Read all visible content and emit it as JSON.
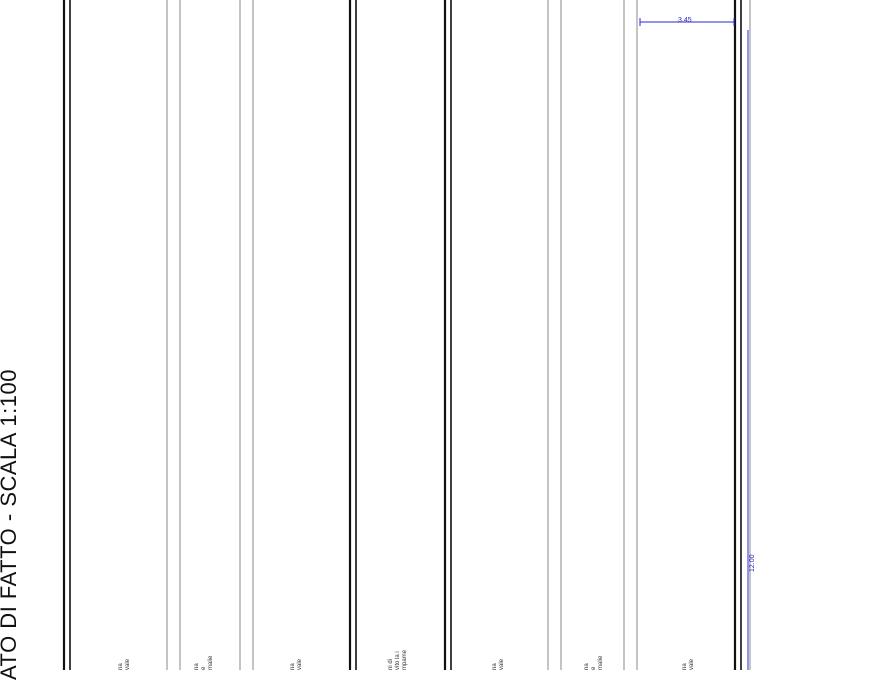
{
  "drawing": {
    "title": "ATO DI FATTO - SCALA 1:100",
    "dimension_top": "3.45",
    "dimension_side": "12.00",
    "room_labels": [
      "na\nvale",
      "na\ne\nmalie",
      "na\nvale",
      "ni di\nvito la i\nmpame",
      "na\nvale",
      "na\ne\nmalie",
      "na\nvale"
    ],
    "colors": {
      "wall": "#111111",
      "thin_line": "#8a8a8a",
      "dimension": "#2a2acc",
      "background": "#ffffff"
    }
  }
}
